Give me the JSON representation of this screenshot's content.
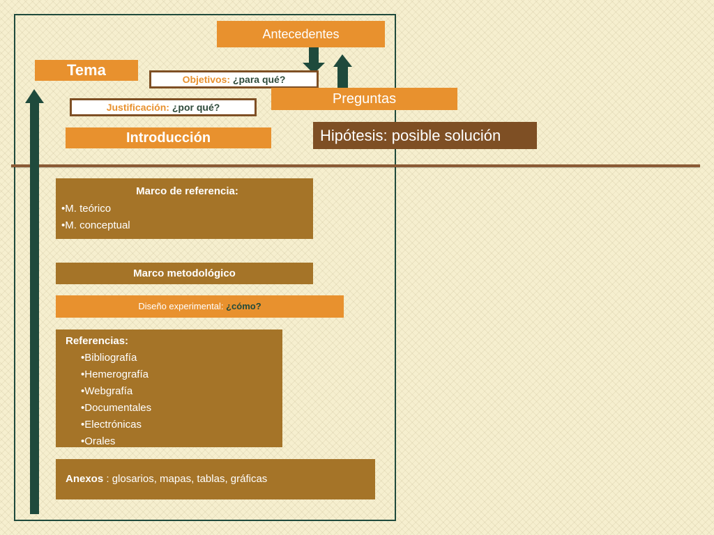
{
  "boxes": {
    "tema": "Tema",
    "antecedentes": "Antecedentes",
    "preguntas": "Preguntas",
    "introduccion": "Introducción",
    "hipotesis": "Hipótesis: posible solución"
  },
  "objetivos": {
    "lead": "Objetivos:",
    "question": " ¿para qué?"
  },
  "justificacion": {
    "lead": "Justificación:",
    "question": " ¿por qué?"
  },
  "marco_referencia": {
    "title": "Marco de referencia:",
    "items": [
      "•M. teórico",
      "•M. conceptual"
    ]
  },
  "marco_metodologico": "Marco metodológico",
  "diseno": {
    "lead": "Diseño experimental: ",
    "question": "¿cómo?"
  },
  "referencias": {
    "title": "Referencias:",
    "items": [
      "•Bibliografía",
      "•Hemerografía",
      "•Webgrafía",
      "•Documentales",
      "•Electrónicas",
      "•Orales"
    ]
  },
  "anexos": {
    "lead": "Anexos",
    "rest": " : glosarios, mapas, tablas, gráficas"
  },
  "colors": {
    "background": "#f6efcf",
    "orange": "#e8912e",
    "brown": "#a57428",
    "dark_brown": "#7e4f24",
    "arrow_green": "#1f4a3c"
  }
}
